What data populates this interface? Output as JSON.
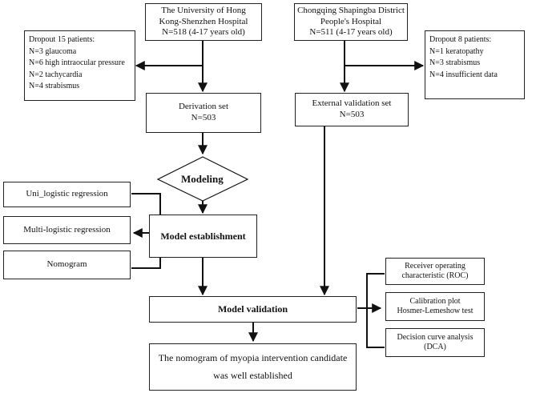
{
  "hospitals": {
    "hk": {
      "line1": "The University of Hong",
      "line2": "Kong-Shenzhen Hospital",
      "line3": "N=518 (4-17 years old)"
    },
    "cq": {
      "line1": "Chongqing Shapingba District",
      "line2": "People's Hospital",
      "line3": "N=511 (4-17 years old)"
    }
  },
  "dropout_left": {
    "title": "Dropout 15 patients:",
    "items": [
      "N=3 glaucoma",
      "N=6 high intraocular pressure",
      "N=2 tachycardia",
      "N=4 strabismus"
    ]
  },
  "dropout_right": {
    "title": "Dropout 8 patients:",
    "items": [
      "N=1 keratopathy",
      "N=3 strabismus",
      "N=4 insufficient data"
    ]
  },
  "derivation": {
    "line1": "Derivation set",
    "line2": "N=503"
  },
  "external": {
    "line1": "External validation set",
    "line2": "N=503"
  },
  "modeling": "Modeling",
  "methods": [
    "Uni_logistic regression",
    "Multi-logistic regression",
    "Nomogram"
  ],
  "model_establishment": "Model establishment",
  "model_validation": "Model validation",
  "validation_methods": {
    "roc": {
      "line1": "Receiver operating",
      "line2": "characteristic (ROC)"
    },
    "calibration": {
      "line1": "Calibration plot",
      "line2": "Hosmer-Lemeshow test"
    },
    "dca": {
      "line1": "Decision curve analysis",
      "line2": "(DCA)"
    }
  },
  "conclusion": {
    "line1": "The nomogram of myopia intervention candidate",
    "line2": "was well established"
  }
}
